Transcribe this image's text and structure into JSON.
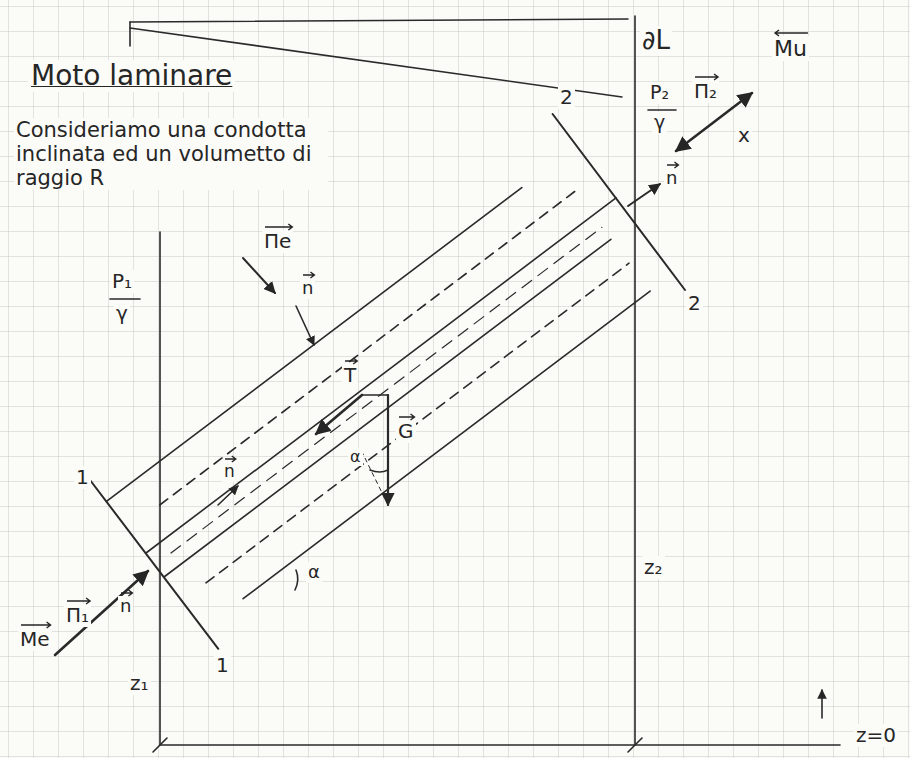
{
  "diagram": {
    "title": "Moto laminare",
    "labels": [
      "Consideriamo una condotta inclinata ed un volumetto di raggio R",
      "∂L",
      "Mu",
      "P₂",
      "γ",
      "Π₂",
      "x",
      "n",
      "2",
      "2",
      "P₁",
      "γ",
      "Πe",
      "n",
      "T",
      "G",
      "α",
      "n",
      "α",
      "1",
      "1",
      "Π₁",
      "n",
      "Me",
      "z₁",
      "z₂",
      "z=0"
    ]
  }
}
